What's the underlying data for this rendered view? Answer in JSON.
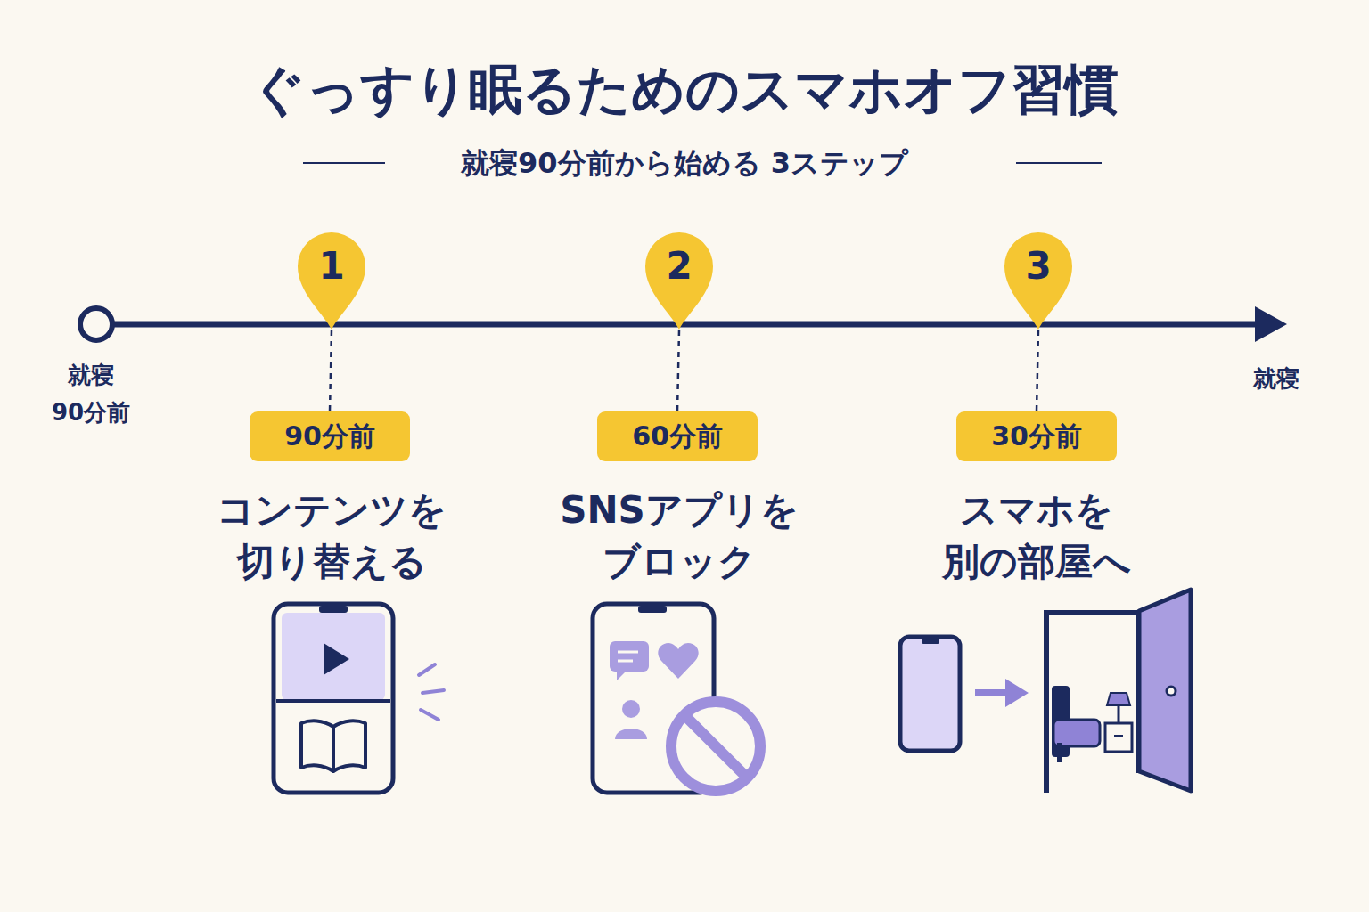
{
  "diagram": {
    "title": "ぐっすり眠るためのスマホオフ習慣",
    "nodes": [
      {
        "text": [
          "1"
        ]
      },
      {
        "text": [
          "90分前"
        ]
      },
      {
        "text": [
          "2"
        ]
      },
      {
        "text": [
          "60分前"
        ]
      },
      {
        "text": [
          "3"
        ]
      },
      {
        "text": [
          "30分前"
        ]
      }
    ],
    "edges": [
      {
        "from": 0,
        "to": 1,
        "arrow": "none"
      },
      {
        "from": 2,
        "to": 3,
        "arrow": "none"
      },
      {
        "from": 4,
        "to": 5,
        "arrow": "none"
      }
    ],
    "labels": [
      "就寝90分前から始める 3ステップ",
      "就寝 90分前",
      "就寝",
      "コンテンツを 切り替える",
      "SNSアプリを ブロック",
      "スマホを 別の部屋へ"
    ]
  }
}
